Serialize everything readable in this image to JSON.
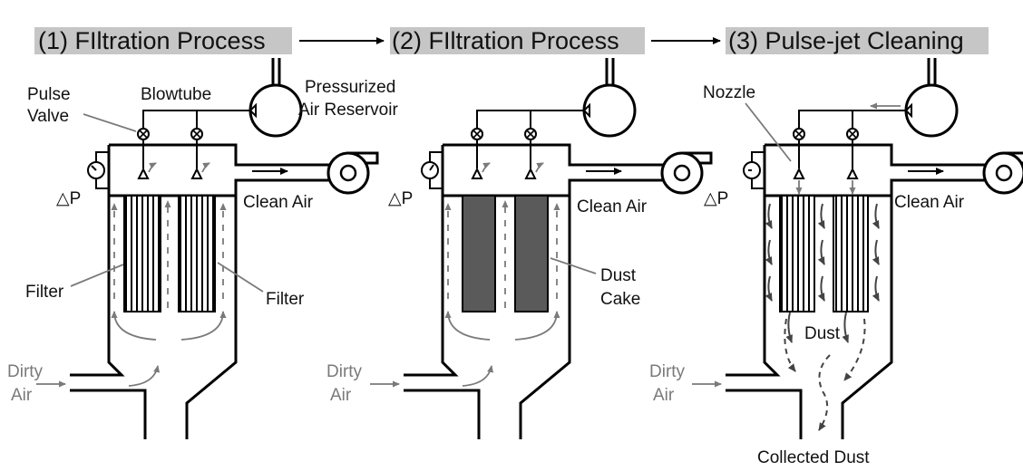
{
  "stages": [
    {
      "title": "(1) FIltration Process"
    },
    {
      "title": "(2) FIltration Process"
    },
    {
      "title": "(3) Pulse-jet Cleaning"
    }
  ],
  "labels": {
    "pulse_valve_1": "Pulse",
    "pulse_valve_2": "Valve",
    "blowtube": "Blowtube",
    "reservoir_1": "Pressurized",
    "reservoir_2": "Air Reservoir",
    "delta_p": "△P",
    "clean_air": "Clean Air",
    "filter": "Filter",
    "dust_cake_1": "Dust",
    "dust_cake_2": "Cake",
    "dirty_air_1": "Dirty",
    "dirty_air_2": "Air",
    "nozzle": "Nozzle",
    "dust": "Dust",
    "collected_dust": "Collected Dust"
  }
}
